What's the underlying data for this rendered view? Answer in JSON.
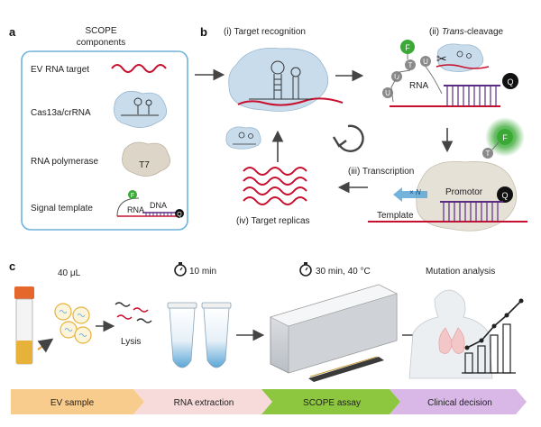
{
  "panels": {
    "a": {
      "letter": "a",
      "title_line1": "SCOPE",
      "title_line2": "components",
      "items": [
        {
          "label": "EV RNA target"
        },
        {
          "label": "Cas13a/crRNA"
        },
        {
          "label": "RNA polymerase",
          "glyph": "T7"
        },
        {
          "label": "Signal template",
          "glyph_f": "F",
          "glyph_rna": "RNA",
          "glyph_dna": "DNA",
          "glyph_q": "Q"
        }
      ]
    },
    "b": {
      "letter": "b",
      "step1": "(i) Target recognition",
      "step2_prefix": "(ii) ",
      "step2_italic": "Trans",
      "step2_suffix": "-cleavage",
      "step3": "(iii) Transcription",
      "step4": "(iv) Target replicas",
      "rna_label": "RNA",
      "u": "U",
      "t": "T",
      "f": "F",
      "q": "Q",
      "promotor": "Promotor",
      "template": "Template",
      "times_n": "× N"
    },
    "c": {
      "letter": "c",
      "volume": "40 μL",
      "lysis": "Lysis",
      "time1": "10 min",
      "time2": "30 min, 40 °C",
      "analysis": "Mutation analysis"
    }
  },
  "workflow": [
    {
      "label": "EV sample",
      "color": "#f8cc8c"
    },
    {
      "label": "RNA extraction",
      "color": "#f7dada"
    },
    {
      "label": "SCOPE assay",
      "color": "#8dc63f"
    },
    {
      "label": "Clinical decision",
      "color": "#d9b8e8"
    }
  ],
  "colors": {
    "target_red": "#c8102e",
    "template_purple": "#5b2c83",
    "fluor_green": "#3aa935",
    "enzyme_blue": "#c9dcec",
    "panel_border": "#6cb4dc"
  }
}
